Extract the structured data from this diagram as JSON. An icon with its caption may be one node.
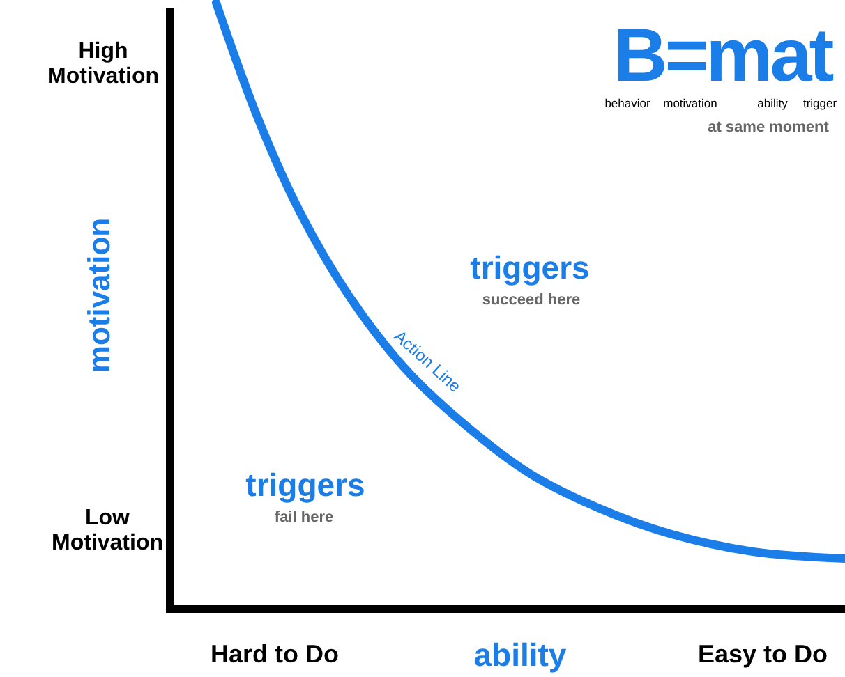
{
  "diagram": {
    "labels": [
      "High Motivation",
      "B=mat",
      "behavior",
      "motivation",
      "ability",
      "trigger",
      "at same moment",
      "motivation",
      "triggers",
      "succeed here",
      "Action Line",
      "triggers",
      "fail here",
      "Low Motivation",
      "Hard to Do",
      "ability",
      "Easy to Do"
    ]
  }
}
